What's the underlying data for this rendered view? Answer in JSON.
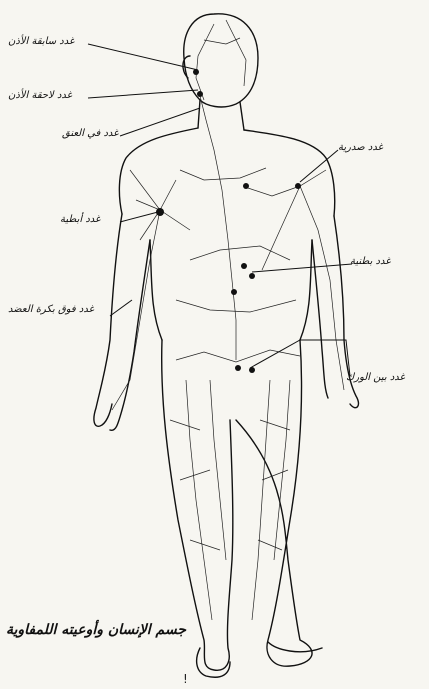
{
  "labels": {
    "preauricular": "غدد سابقة الأذن",
    "postauricular": "غدد لاحقة الأذن",
    "cervical": "غدد في العنق",
    "thoracic": "غدد صدرية",
    "axillary": "غدد أبطية",
    "abdominal": "غدد بطنية",
    "supratrochlear": "غدد فوق بكرة العضد",
    "inguinal": "غدد بين الورك"
  },
  "caption": "جسم الإنسان وأوعيته اللمفاوية",
  "bottom_mark": "!",
  "colors": {
    "ink": "#111111",
    "paper": "#f7f6f1"
  }
}
